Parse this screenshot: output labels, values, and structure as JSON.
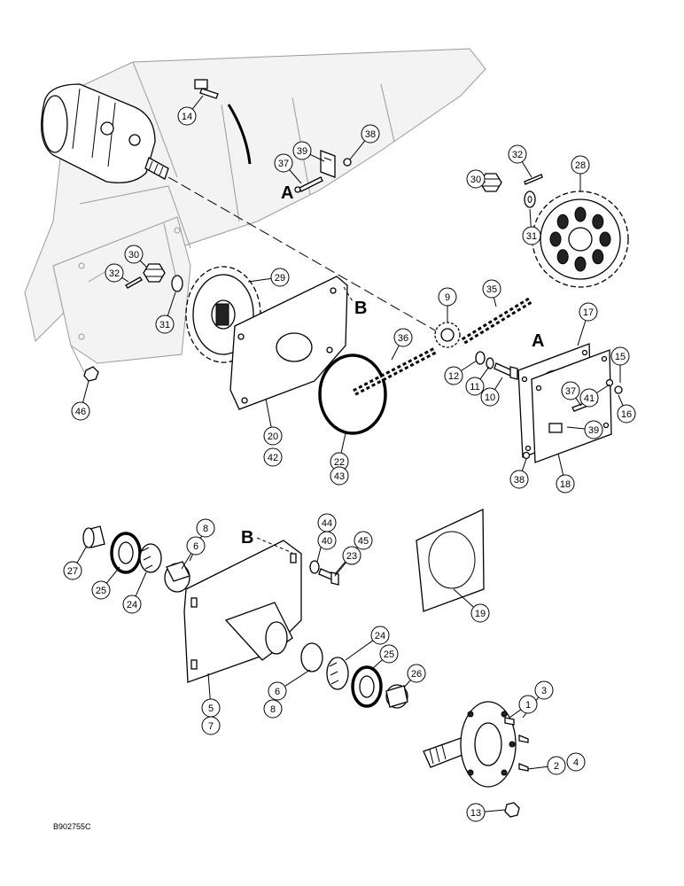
{
  "figure_code": "B902755C",
  "section_letters": [
    "A",
    "A",
    "B",
    "B"
  ],
  "callouts": {
    "c14": "14",
    "c37a": "37",
    "c39a": "39",
    "c38a": "38",
    "c32a": "32",
    "c30a": "30",
    "c28": "28",
    "c31a": "31",
    "c30b": "30",
    "c32b": "32",
    "c29": "29",
    "c31b": "31",
    "c9": "9",
    "c35": "35",
    "c17": "17",
    "c36": "36",
    "c12": "12",
    "c11": "11",
    "c10": "10",
    "c15": "15",
    "c41": "41",
    "c37b": "37",
    "c16": "16",
    "c39b": "39",
    "c46": "46",
    "c20": "20",
    "c42": "42",
    "c22": "22",
    "c43": "43",
    "c38b": "38",
    "c18": "18",
    "c8a": "8",
    "c6a": "6",
    "c27": "27",
    "c25a": "25",
    "c24a": "24",
    "c44": "44",
    "c40": "40",
    "c45": "45",
    "c23": "23",
    "c19": "19",
    "c24b": "24",
    "c25b": "25",
    "c26": "26",
    "c6b": "6",
    "c8b": "8",
    "c5": "5",
    "c7": "7",
    "c3": "3",
    "c1": "1",
    "c2": "2",
    "c4": "4",
    "c13": "13"
  }
}
